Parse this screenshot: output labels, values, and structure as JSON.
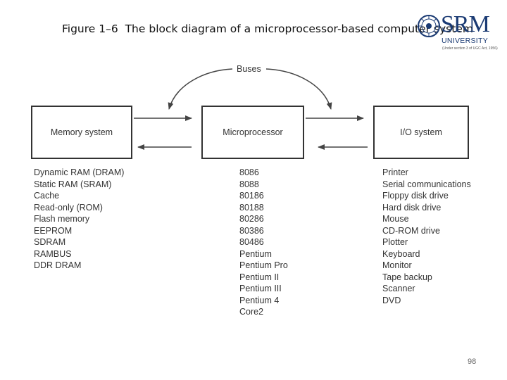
{
  "title": {
    "figure": "Figure 1–6",
    "text": "The block diagram of a microprocessor-based computer system"
  },
  "logo": {
    "name": "SRM",
    "sub": "UNIVERSITY",
    "tag": "(Under section 3 of UGC Act, 1956)",
    "color": "#1a3a73"
  },
  "diagram": {
    "buses_label": "Buses",
    "boxes": {
      "memory": "Memory system",
      "cpu": "Microprocessor",
      "io": "I/O system"
    },
    "memory_items": [
      "Dynamic RAM (DRAM)",
      "Static RAM (SRAM)",
      "Cache",
      "Read-only (ROM)",
      "Flash memory",
      "EEPROM",
      "SDRAM",
      "RAMBUS",
      "DDR DRAM"
    ],
    "cpu_items": [
      "8086",
      "8088",
      "80186",
      "80188",
      "80286",
      "80386",
      "80486",
      "Pentium",
      "Pentium Pro",
      "Pentium II",
      "Pentium III",
      "Pentium 4",
      "Core2"
    ],
    "io_items": [
      "Printer",
      "Serial communications",
      "Floppy disk drive",
      "Hard disk drive",
      "Mouse",
      "CD-ROM drive",
      "Plotter",
      "Keyboard",
      "Monitor",
      "Tape backup",
      "Scanner",
      "DVD"
    ]
  },
  "page_number": "98"
}
